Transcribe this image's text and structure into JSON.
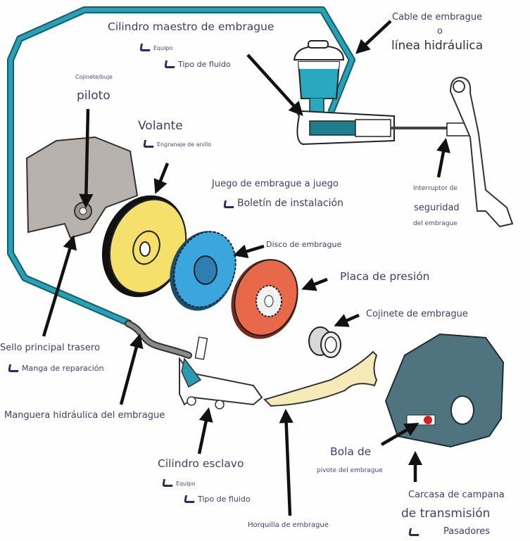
{
  "title": "Diagrama de componentes del sistema de embrague",
  "colors": {
    "hydraulic_line": "#1f8ea0",
    "fluid": "#2aa8c0",
    "flywheel": "#f4e06a",
    "clutch_disc": "#3aa6dc",
    "pressure_plate": "#e8684a",
    "fork": "#f5eab8",
    "bell_housing": "#4f7480",
    "transmission": "#b5aeaa",
    "hose": "#7a7a7a",
    "label_text": "#3f3f6a",
    "arrow": "#111111"
  },
  "labels": {
    "master_cylinder": {
      "title": "Cilindro maestro de embrague",
      "sub1": "Equipo",
      "sub2": "Tipo de fluido"
    },
    "cable_line": {
      "line1": "Cable de embrague",
      "line2": "o",
      "line3": "línea hidráulica"
    },
    "pilot_bearing": {
      "small": "Cojinete/buje",
      "main": "piloto"
    },
    "flywheel": {
      "title": "Volante",
      "sub": "Engranaje de anillo"
    },
    "clutch_kit": {
      "title": "Juego de embrague a juego",
      "sub": "Boletín de instalación"
    },
    "safety_switch": {
      "line1": "Interruptor de",
      "line2": "seguridad",
      "line3": "del embrague"
    },
    "clutch_disc": {
      "title": "Disco de embrague"
    },
    "pressure_plate": {
      "title": "Placa de presión"
    },
    "release_bearing": {
      "title": "Cojinete de embrague"
    },
    "rear_main_seal": {
      "title": "Sello principal trasero",
      "sub": "Manga de reparación"
    },
    "hydraulic_hose": {
      "title": "Manguera hidráulica del embrague"
    },
    "slave_cylinder": {
      "title": "Cilindro esclavo",
      "sub1": "Equipo",
      "sub2": "Tipo de fluido"
    },
    "clutch_fork": {
      "title": "Horquilla de embrague"
    },
    "pivot_ball": {
      "line1": "Bola de",
      "line2": "pivote del embrague"
    },
    "bell_housing": {
      "line1": "Carcasa de campana",
      "line2": "de transmisión",
      "sub": "Pasadores"
    }
  }
}
